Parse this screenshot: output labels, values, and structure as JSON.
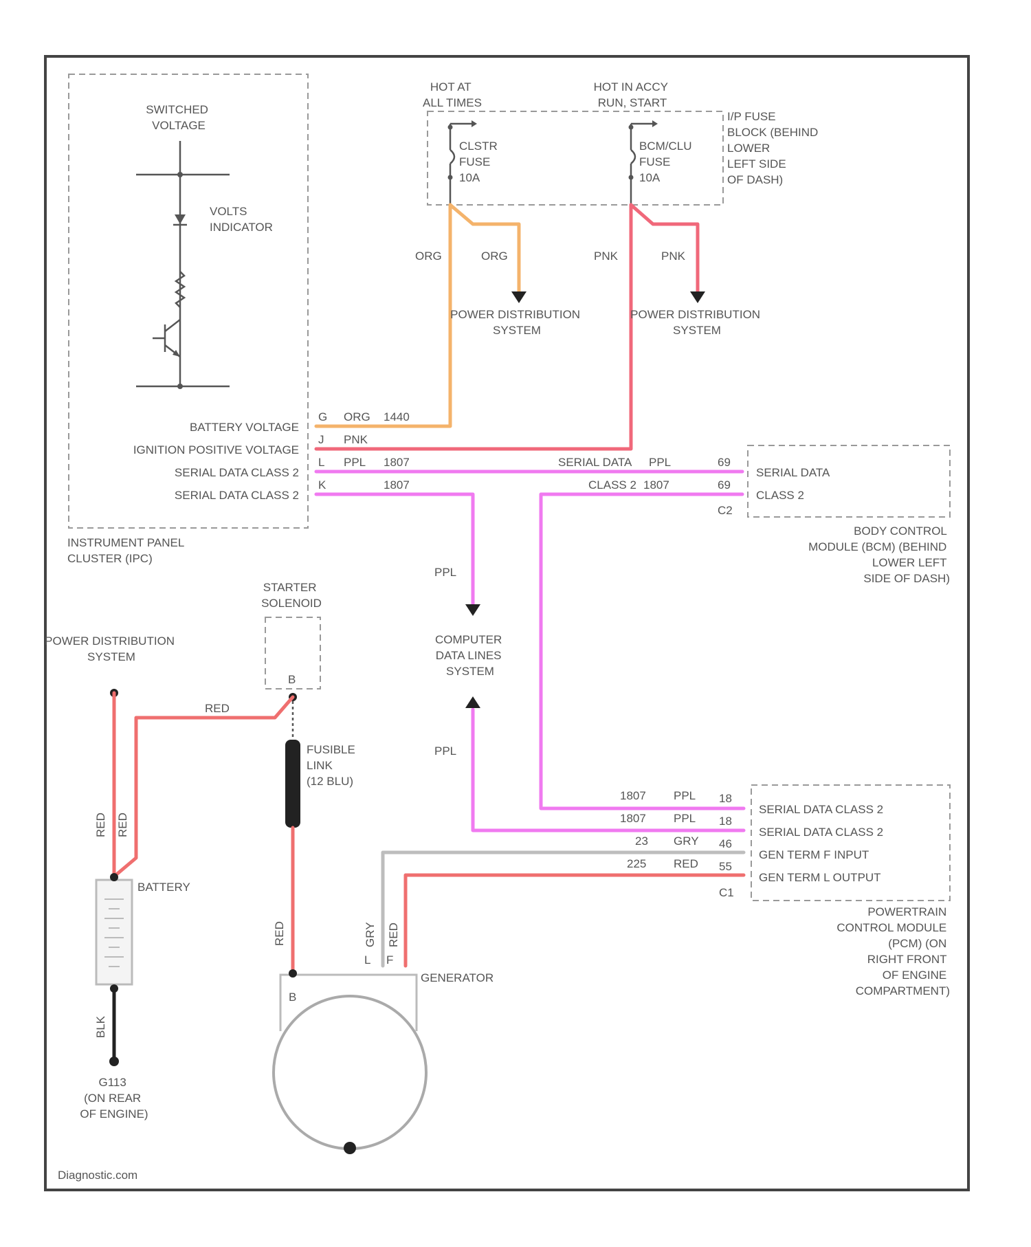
{
  "colors": {
    "orange": "#f4b36b",
    "pink": "#f0687a",
    "red": "#ef6f6f",
    "purple": "#f07af0",
    "gray": "#bdbdbd",
    "black": "#222222"
  },
  "ipc": {
    "switched_voltage": [
      "SWITCHED",
      "VOLTAGE"
    ],
    "volts_indicator": [
      "VOLTS",
      "INDICATOR"
    ],
    "pin_labels": [
      "BATTERY VOLTAGE",
      "IGNITION POSITIVE VOLTAGE",
      "SERIAL DATA CLASS 2",
      "SERIAL DATA CLASS 2"
    ],
    "pins": [
      "G",
      "J",
      "L",
      "K"
    ],
    "name": [
      "INSTRUMENT PANEL",
      "CLUSTER (IPC)"
    ]
  },
  "fuse_block": {
    "hot_left": [
      "HOT AT",
      "ALL TIMES"
    ],
    "hot_right": [
      "HOT IN ACCY",
      "RUN, START"
    ],
    "fuse1": [
      "CLSTR",
      "FUSE",
      "10A"
    ],
    "fuse2": [
      "BCM/CLU",
      "FUSE",
      "10A"
    ],
    "location": [
      "I/P FUSE",
      "BLOCK (BEHIND",
      "LOWER",
      "LEFT SIDE",
      "OF DASH)"
    ]
  },
  "wires": {
    "org": "ORG",
    "pnk": "PNK",
    "ppl": "PPL",
    "red": "RED",
    "gry": "GRY",
    "blk": "BLK",
    "org_circuit": "1440",
    "ppl_circuit": "1807",
    "gen_f_circuit": "23",
    "gen_l_circuit": "225"
  },
  "power_distribution": [
    "POWER DISTRIBUTION",
    "SYSTEM"
  ],
  "bcm": {
    "serial_labels": [
      "SERIAL DATA",
      "CLASS 2"
    ],
    "upper_label": "SERIAL DATA",
    "lower_label": "CLASS 2",
    "pins": [
      "69",
      "69"
    ],
    "connector": "C2",
    "name": [
      "BODY CONTROL",
      "MODULE (BCM) (BEHIND",
      "LOWER LEFT",
      "SIDE OF DASH)"
    ]
  },
  "computer_data_lines": [
    "COMPUTER",
    "DATA LINES",
    "SYSTEM"
  ],
  "starter": {
    "name": [
      "STARTER",
      "SOLENOID"
    ],
    "pin": "B"
  },
  "fusible_link": [
    "FUSIBLE",
    "LINK",
    "(12 BLU)"
  ],
  "pcm": {
    "rows": [
      {
        "circuit": "1807",
        "color": "PPL",
        "pin": "18",
        "label": "SERIAL DATA CLASS 2"
      },
      {
        "circuit": "1807",
        "color": "PPL",
        "pin": "18",
        "label": "SERIAL DATA CLASS 2"
      },
      {
        "circuit": "23",
        "color": "GRY",
        "pin": "46",
        "label": "GEN TERM F INPUT"
      },
      {
        "circuit": "225",
        "color": "RED",
        "pin": "55",
        "label": "GEN TERM L OUTPUT"
      }
    ],
    "connector": "C1",
    "name": [
      "POWERTRAIN",
      "CONTROL MODULE",
      "(PCM) (ON",
      "RIGHT FRONT",
      "OF ENGINE",
      "COMPARTMENT)"
    ]
  },
  "battery": "BATTERY",
  "ground": [
    "G113",
    "(ON REAR",
    "OF ENGINE)"
  ],
  "generator": {
    "name": "GENERATOR",
    "pins": [
      "L",
      "F",
      "B"
    ]
  },
  "watermark": "Diagnostic.com"
}
